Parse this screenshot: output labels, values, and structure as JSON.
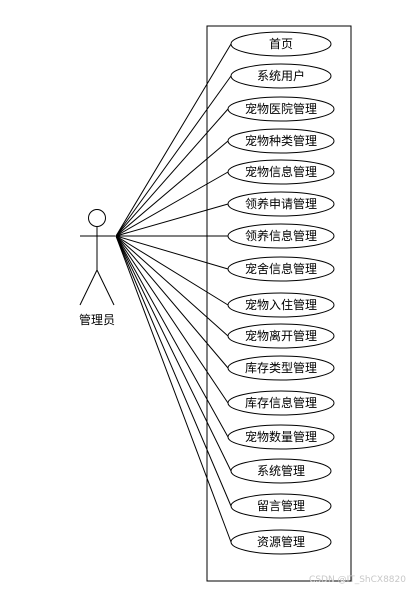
{
  "actor": {
    "label": "管理员"
  },
  "use_cases": [
    {
      "label": "首页"
    },
    {
      "label": "系统用户"
    },
    {
      "label": "宠物医院管理"
    },
    {
      "label": "宠物种类管理"
    },
    {
      "label": "宠物信息管理"
    },
    {
      "label": "领养申请管理"
    },
    {
      "label": "领养信息管理"
    },
    {
      "label": "宠舍信息管理"
    },
    {
      "label": "宠物入住管理"
    },
    {
      "label": "宠物离开管理"
    },
    {
      "label": "库存类型管理"
    },
    {
      "label": "库存信息管理"
    },
    {
      "label": "宠物数量管理"
    },
    {
      "label": "系统管理"
    },
    {
      "label": "留言管理"
    },
    {
      "label": "资源管理"
    }
  ],
  "watermark": "CSDN @IT_ShCX8820",
  "colors": {
    "stroke": "#000000",
    "background": "#ffffff",
    "watermark": "#c8c8c8"
  }
}
